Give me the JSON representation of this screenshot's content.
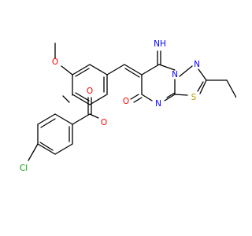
{
  "colors": {
    "bond": "#000000",
    "carbon": "#000000",
    "nitrogen": "#0000ff",
    "oxygen": "#ff0000",
    "sulfur": "#b8a000",
    "chlorine": "#00a000"
  },
  "atoms": {
    "cl": {
      "text": "Cl",
      "element": "chlorine"
    },
    "o_ester_carbonyl": {
      "text": "O",
      "element": "oxygen"
    },
    "o_ester_link": {
      "text": "O",
      "element": "oxygen"
    },
    "o_methoxy": {
      "text": "O",
      "element": "oxygen"
    },
    "o_ketone": {
      "text": "O",
      "element": "oxygen"
    },
    "n_imine": {
      "text": "NH",
      "element": "nitrogen"
    },
    "n_bridge": {
      "text": "N",
      "element": "nitrogen"
    },
    "n_ring": {
      "text": "N",
      "element": "nitrogen"
    },
    "n_thiadiazole": {
      "text": "N",
      "element": "nitrogen"
    },
    "s_thiadiazole": {
      "text": "S",
      "element": "sulfur"
    }
  }
}
